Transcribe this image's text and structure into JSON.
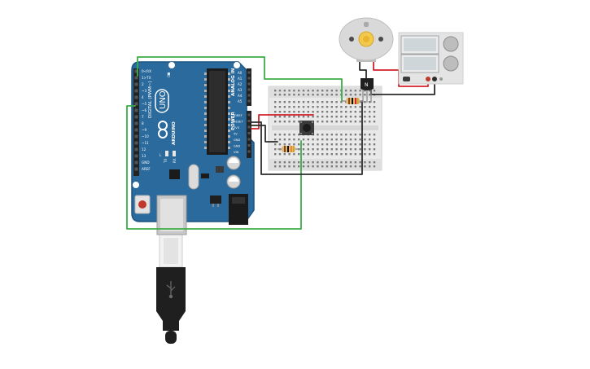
{
  "board": {
    "model_label": "UNO",
    "brand_label": "ARDUINO",
    "digital_header_label": "DIGITAL (PWM~)",
    "analog_header_label": "ANALOG IN",
    "power_header_label": "POWER",
    "on_label": "ON",
    "tx_label": "TX",
    "rx_label": "RX",
    "l_label": "L",
    "digital_pins": [
      "0<RX",
      "1>TX",
      "2",
      "~3",
      "4",
      "~5",
      "~6",
      "7",
      "8",
      "~9",
      "~10",
      "~11",
      "12",
      "13",
      "GND",
      "AREF"
    ],
    "analog_pins": [
      "A0",
      "A1",
      "A2",
      "A3",
      "A4",
      "A5"
    ],
    "power_pins": [
      "IOREF",
      "RESET",
      "3V3",
      "5V",
      "GND",
      "GND",
      "VIN"
    ]
  },
  "transistor": {
    "label": "N"
  },
  "colors": {
    "board": "#2a6a9c",
    "board_edge": "#1d5582",
    "wire_green": "#3dad46",
    "wire_red": "#d3202a",
    "wire_black": "#2b2b2b",
    "breadboard": "#e9e9e9",
    "usb_cable": "#1f1f1f"
  }
}
